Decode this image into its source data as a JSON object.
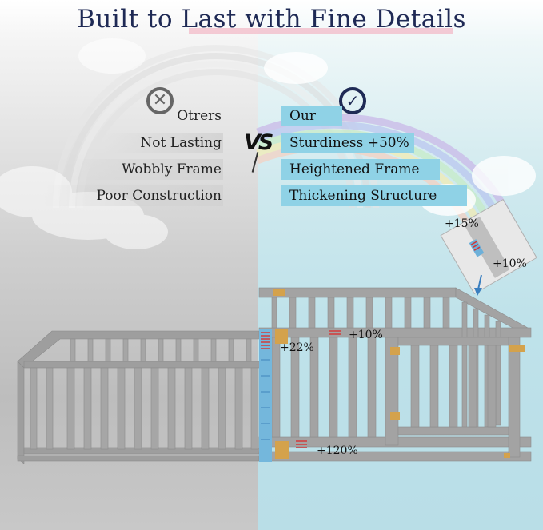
{
  "title": "Built to Last with Fine Details",
  "left_label": "Otrers",
  "right_label": "Our",
  "versus": "VS",
  "others": [
    "Not Lasting",
    "Wobbly Frame",
    "Poor Construction"
  ],
  "ours": [
    "Sturdiness +50%",
    "Heightened Frame",
    "Thickening Structure"
  ],
  "callouts": {
    "zoom_top": "+15%",
    "zoom_bottom": "+10%",
    "top_rail": "+10%",
    "post_height": "+22%",
    "bottom_rail": "+120%"
  },
  "icons": {
    "left": "x-circle-icon",
    "right": "check-circle-icon"
  },
  "colors": {
    "title": "#1f2a55",
    "highlight": "#8fd2e6",
    "frame": "#9e9e9e",
    "title_underline": "#f2b7c4"
  }
}
